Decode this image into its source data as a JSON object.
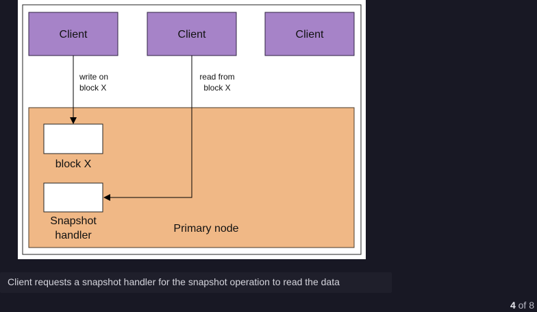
{
  "diagram": {
    "clients": [
      {
        "label": "Client"
      },
      {
        "label": "Client"
      },
      {
        "label": "Client"
      }
    ],
    "edges": {
      "write": {
        "line1": "write on",
        "line2": "block X"
      },
      "read": {
        "line1": "read from",
        "line2": "block X"
      }
    },
    "node": {
      "label": "Primary node",
      "block_label": "block X",
      "snapshot_label_line1": "Snapshot",
      "snapshot_label_line2": "handler"
    },
    "colors": {
      "client_fill": "#a683c8",
      "client_stroke": "#2e2140",
      "node_fill": "#f0b886",
      "node_stroke": "#4a3a2a"
    }
  },
  "caption": "Client requests a snapshot handler for the snapshot operation to read the data",
  "pager": {
    "current": "4",
    "separator": "of",
    "total": "8"
  }
}
